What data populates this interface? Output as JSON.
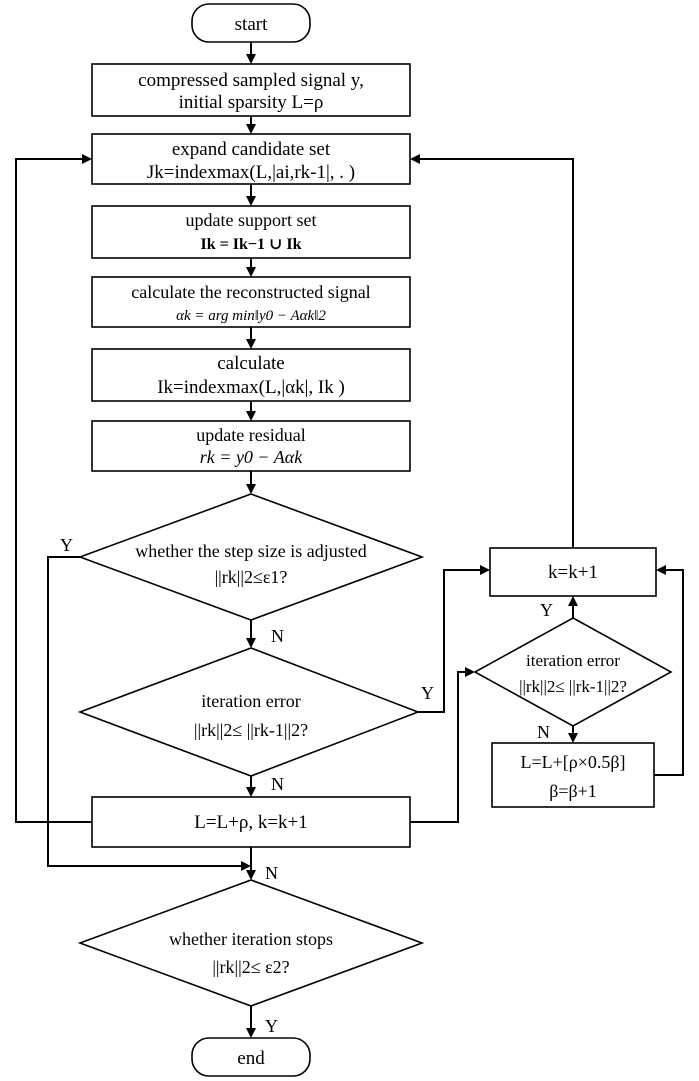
{
  "nodes": {
    "start": {
      "lines": [
        "start"
      ]
    },
    "input": {
      "lines": [
        "compressed sampled signal y,",
        "initial sparsity L=ρ"
      ]
    },
    "expand": {
      "lines": [
        "expand candidate set",
        "Jk=indexmax(L,|ai,rk-1|, . )"
      ]
    },
    "support": {
      "lines": [
        "update support set",
        "Ik = Ik−1 ∪ Ik"
      ]
    },
    "reconstruct": {
      "lines": [
        "calculate the reconstructed signal",
        "αk = arg min‖y0 − Aαk‖2"
      ]
    },
    "calc": {
      "lines": [
        "calculate",
        "Ik=indexmax(L,|αk|, Ik )"
      ]
    },
    "residual": {
      "lines": [
        "update residual",
        "rk = y0 − Aαk"
      ]
    },
    "stepsize": {
      "lines": [
        "whether the step size is adjusted",
        "||rk||2≤ε1?"
      ]
    },
    "iter1": {
      "lines": [
        "iteration error",
        "||rk||2≤ ||rk-1||2?"
      ]
    },
    "lupdate": {
      "lines": [
        "L=L+ρ, k=k+1"
      ]
    },
    "stops": {
      "lines": [
        "whether iteration stops",
        "||rk||2≤ ε2?"
      ]
    },
    "end": {
      "lines": [
        "end"
      ]
    },
    "kinc": {
      "lines": [
        "k=k+1"
      ]
    },
    "iter2": {
      "lines": [
        "iteration error",
        "||rk||2≤ ||rk-1||2?"
      ]
    },
    "lbeta": {
      "lines": [
        "L=L+[ρ×0.5β]",
        "β=β+1"
      ]
    }
  },
  "edges": [
    {
      "from": "start",
      "to": "input",
      "label": ""
    },
    {
      "from": "input",
      "to": "expand",
      "label": ""
    },
    {
      "from": "expand",
      "to": "support",
      "label": ""
    },
    {
      "from": "support",
      "to": "reconstruct",
      "label": ""
    },
    {
      "from": "reconstruct",
      "to": "calc",
      "label": ""
    },
    {
      "from": "calc",
      "to": "residual",
      "label": ""
    },
    {
      "from": "residual",
      "to": "stepsize",
      "label": ""
    },
    {
      "from": "stepsize",
      "to": "iter1",
      "label": "N"
    },
    {
      "from": "stepsize",
      "to": "stops",
      "label": "Y"
    },
    {
      "from": "iter1",
      "to": "lupdate",
      "label": "N"
    },
    {
      "from": "iter1",
      "to": "kinc",
      "label": "Y"
    },
    {
      "from": "lupdate",
      "to": "expand",
      "label": ""
    },
    {
      "from": "lupdate",
      "to": "iter2",
      "label": ""
    },
    {
      "from": "iter2",
      "to": "kinc",
      "label": "Y"
    },
    {
      "from": "iter2",
      "to": "lbeta",
      "label": "N"
    },
    {
      "from": "lbeta",
      "to": "kinc",
      "label": ""
    },
    {
      "from": "kinc",
      "to": "expand",
      "label": ""
    },
    {
      "from": "stops",
      "to": "end",
      "label": "Y"
    }
  ],
  "edge_labels": {
    "stepsize_yes": "Y",
    "stepsize_no": "N",
    "iter1_yes": "Y",
    "iter1_no": "N",
    "stops_no": "N",
    "stops_yes": "Y",
    "iter2_yes": "Y",
    "iter2_no": "N"
  }
}
